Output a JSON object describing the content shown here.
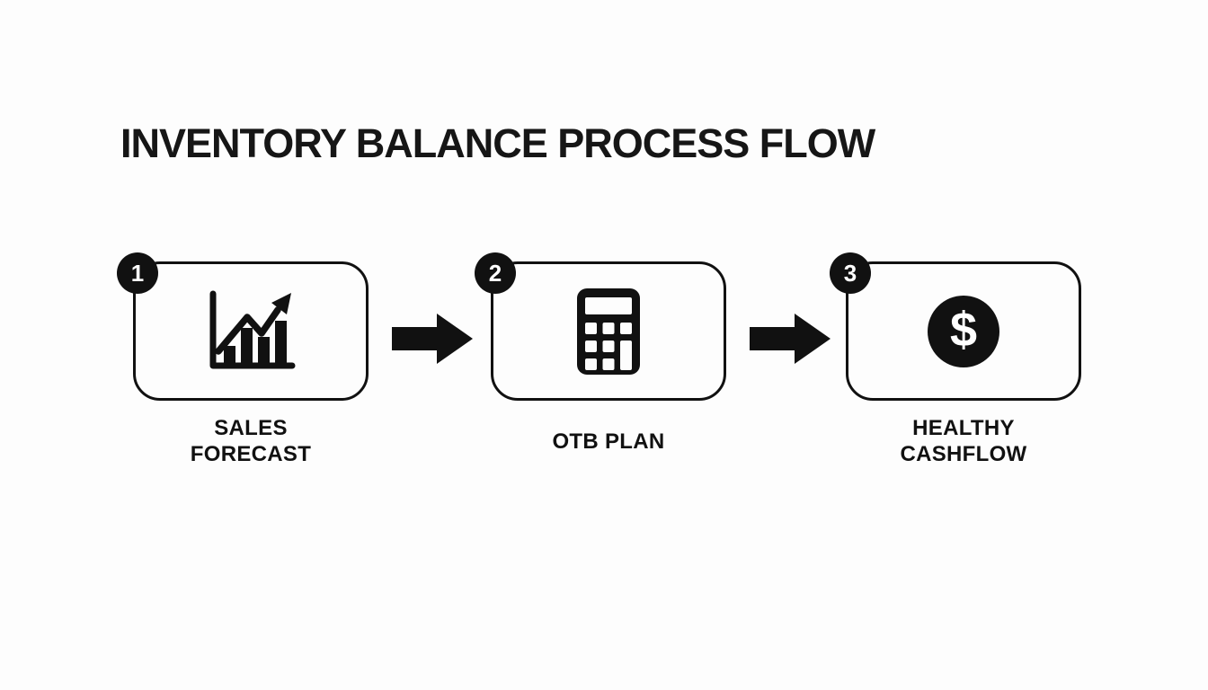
{
  "colors": {
    "background": "#fdfdfd",
    "ink": "#111111",
    "badge_background": "#111111",
    "badge_text": "#ffffff"
  },
  "title": "INVENTORY BALANCE PROCESS FLOW",
  "steps": [
    {
      "number": "1",
      "icon": "bar-chart-growth-icon",
      "label": "SALES FORECAST",
      "label_lines": [
        "SALES",
        "FORECAST"
      ]
    },
    {
      "number": "2",
      "icon": "calculator-icon",
      "label": "OTB PLAN",
      "label_lines": [
        "OTB PLAN"
      ]
    },
    {
      "number": "3",
      "icon": "dollar-circle-icon",
      "icon_glyph": "$",
      "label": "HEALTHY CASHFLOW",
      "label_lines": [
        "HEALTHY",
        "CASHFLOW"
      ]
    }
  ],
  "connectors": [
    {
      "from": "1",
      "to": "2",
      "type": "arrow-right"
    },
    {
      "from": "2",
      "to": "3",
      "type": "arrow-right"
    }
  ]
}
